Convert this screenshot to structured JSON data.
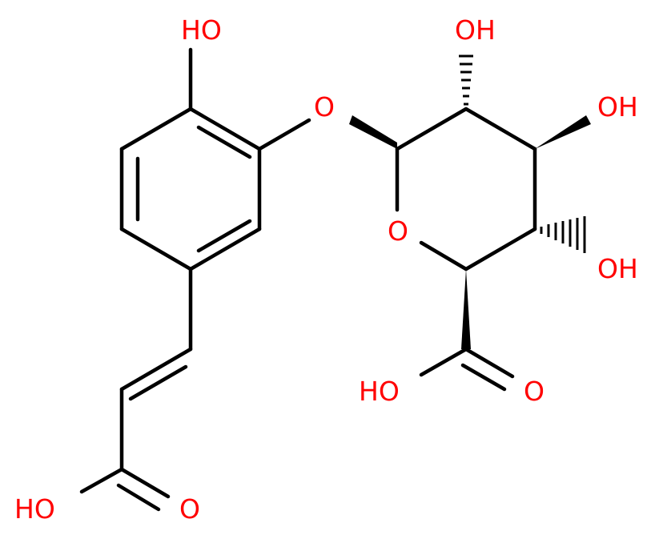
{
  "molecule": {
    "atom_labels": {
      "oh_phenol": "HO",
      "o_ether": "O",
      "oh_c2": "OH",
      "oh_c3": "OH",
      "oh_c4": "OH",
      "o_ring": "O",
      "oh_acid_glucuronide": "HO",
      "o_acid_glucuronide": "O",
      "oh_acid_acrylic": "HO",
      "o_acid_acrylic": "O"
    },
    "colors": {
      "bond": "#000000",
      "heteroatom": "#ff0000",
      "background": "#ffffff"
    }
  }
}
